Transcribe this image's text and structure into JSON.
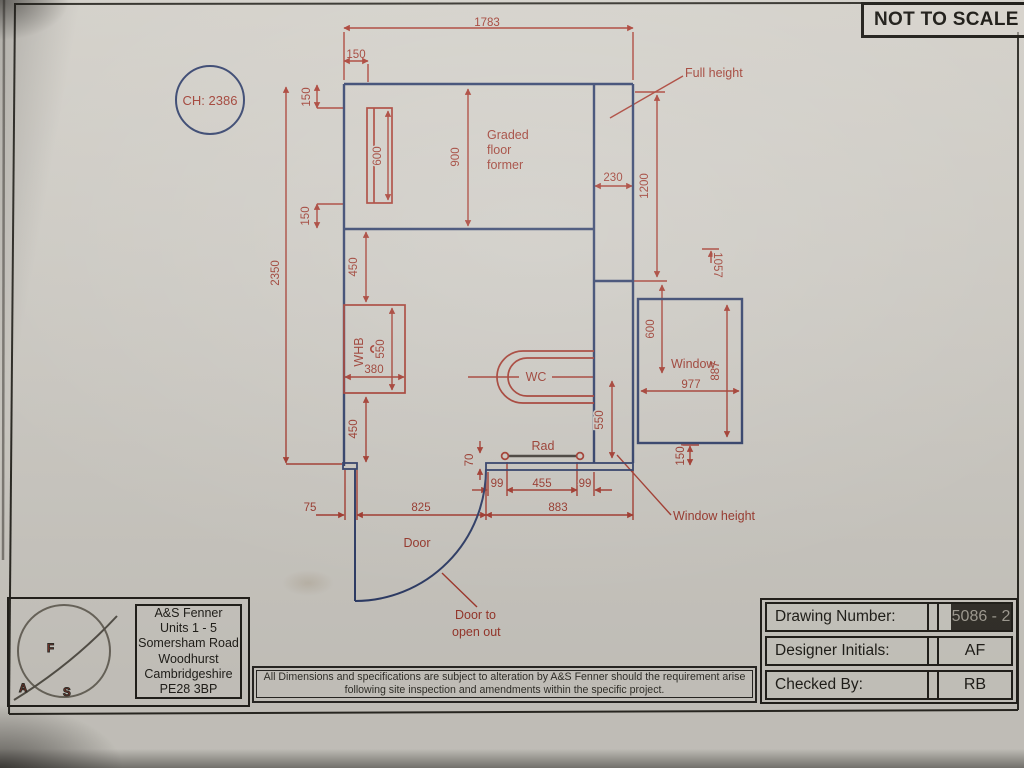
{
  "sheet": {
    "not_to_scale": "NOT TO SCALE",
    "ch_note": "CH: 2386"
  },
  "plan": {
    "labels": {
      "graded_1": "Graded",
      "graded_2": "floor",
      "graded_3": "former",
      "full_height": "Full height",
      "window": "Window",
      "window_height": "Window height",
      "wc": "WC",
      "whb": "WHB",
      "rad": "Rad",
      "door": "Door",
      "door_open_1": "Door to",
      "door_open_2": "open out"
    },
    "dims": {
      "top_overall": "1783",
      "top_inset": "150",
      "left_top_150": "150",
      "left_mid_150": "150",
      "shelf_600": "600",
      "graded_900": "900",
      "left_2350": "2350",
      "above_whb_450": "450",
      "whb_550": "550",
      "whb_380": "380",
      "below_whb_450": "450",
      "wall_230": "230",
      "full_height_1200": "1200",
      "cill_1057": "1057",
      "window_top_600": "600",
      "window_887": "887",
      "window_977": "977",
      "window_cill_150": "150",
      "wc_wall_550": "550",
      "rad_70": "70",
      "rad_99_left": "99",
      "rad_455": "455",
      "rad_99_right": "99",
      "door_75": "75",
      "door_825": "825",
      "bottom_883": "883"
    }
  },
  "branding": {
    "letter_a": "A",
    "letter_f": "F",
    "letter_s": "S"
  },
  "address": {
    "lines": [
      "A&S Fenner",
      "Units 1 - 5",
      "Somersham Road",
      "Woodhurst",
      "Cambridgeshire",
      "PE28 3BP"
    ]
  },
  "disclaimer": {
    "line1": "All Dimensions and specifications are subject to alteration by A&S Fenner should the requirement arise",
    "line2": "following site inspection and amendments within the specific project."
  },
  "title_block": {
    "rows": [
      {
        "label": "Drawing Number:",
        "value": "5086 - 2"
      },
      {
        "label": "Designer Initials:",
        "value": "AF"
      },
      {
        "label": "Checked By:",
        "value": "RB"
      }
    ]
  }
}
